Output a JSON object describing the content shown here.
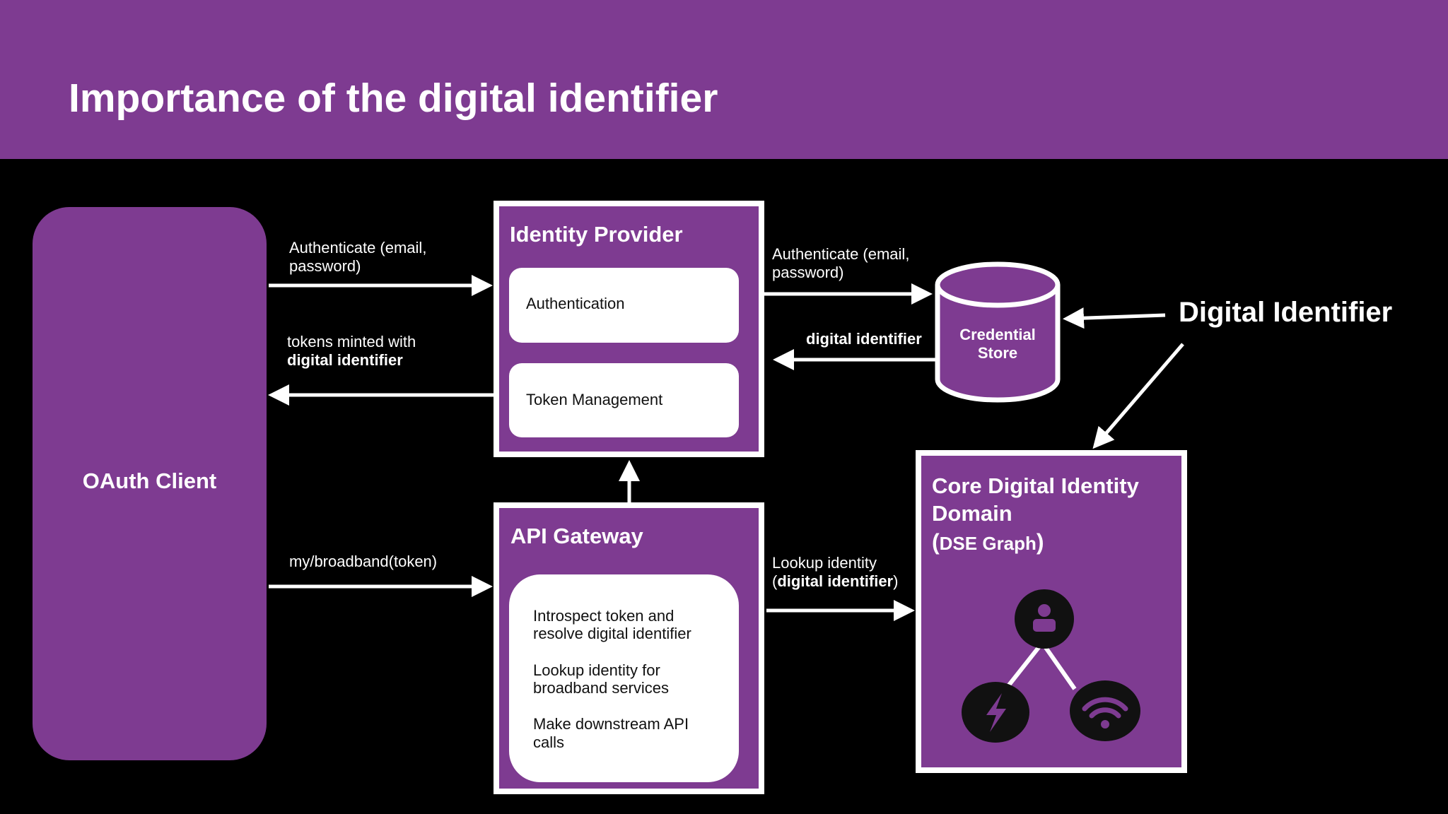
{
  "title": "Importance of the digital identifier",
  "oauth_client": {
    "label": "OAuth Client"
  },
  "identity_provider": {
    "title": "Identity Provider",
    "authentication": "Authentication",
    "token_management": "Token Management"
  },
  "api_gateway": {
    "title": "API Gateway",
    "lines": [
      "Introspect token and",
      "resolve digital identifier",
      "Lookup identity for",
      "broadband services",
      "Make downstream API",
      "calls"
    ]
  },
  "credential_store": {
    "line1": "Credential",
    "line2": "Store"
  },
  "core_domain": {
    "line1": "Core Digital Identity",
    "line2": "Domain",
    "line3_open": "(",
    "line3_text": "DSE Graph",
    "line3_close": ")"
  },
  "digital_identifier_label": "Digital Identifier",
  "edges": {
    "auth_client_idp_line1": "Authenticate (email,",
    "auth_client_idp_line2": "password)",
    "tokens_line1": "tokens minted with",
    "tokens_line2": "digital identifier",
    "broadband": "my/broadband(token)",
    "auth_idp_store_line1": "Authenticate (email,",
    "auth_idp_store_line2": "password)",
    "store_to_idp": "digital identifier",
    "lookup_line1": "Lookup identity",
    "lookup_open": "(",
    "lookup_bold": "digital identifier",
    "lookup_close": ")"
  },
  "icons": [
    "person-icon",
    "lightning-icon",
    "wifi-icon"
  ],
  "colors": {
    "purple": "#7e3b91",
    "background": "#000000",
    "white": "#ffffff",
    "icon_dark": "#111111"
  }
}
